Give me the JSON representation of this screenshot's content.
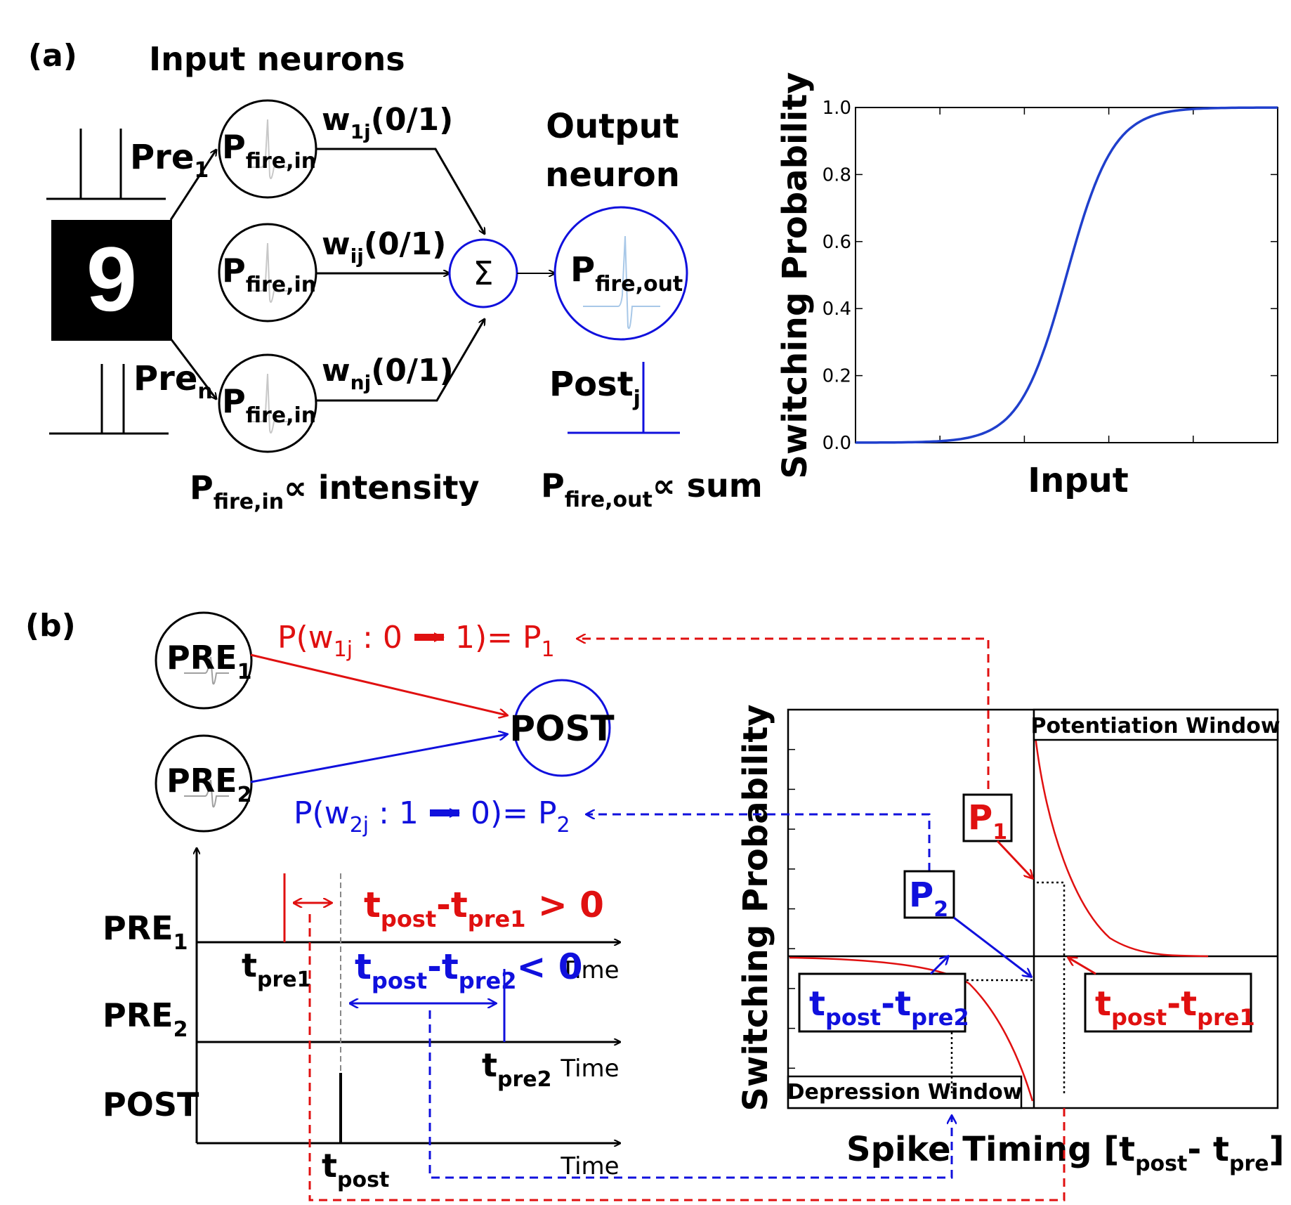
{
  "panel_a": {
    "label": "(a)",
    "input_neurons_title": "Input neurons",
    "pre1": "Pre",
    "pre1_sub": "1",
    "pren": "Pre",
    "pren_sub": "n",
    "pfire_in_main": "P",
    "pfire_in_sub": "fire,in",
    "w1j_main": "w",
    "w1j_sub": "1j",
    "w1j_val": "(0/1)",
    "wij_main": "w",
    "wij_sub": "ij",
    "wij_val": "(0/1)",
    "wnj_main": "w",
    "wnj_sub": "nj",
    "wnj_val": "(0/1)",
    "sigma": "Σ",
    "output_neuron_line1": "Output",
    "output_neuron_line2": "neuron",
    "pfire_out_main": "P",
    "pfire_out_sub": "fire,out",
    "post_main": "Post",
    "post_sub": "j",
    "caption_in_main": "P",
    "caption_in_sub": "fire,in",
    "caption_in_rest": "∝ intensity",
    "caption_out_main": "P",
    "caption_out_sub": "fire,out",
    "caption_out_rest": "∝ sum",
    "digit": "9"
  },
  "sigmoid_chart": {
    "ylabel": "Switching Probability",
    "xlabel": "Input",
    "yticks": [
      "0.0",
      "0.2",
      "0.4",
      "0.6",
      "0.8",
      "1.0"
    ],
    "line_color": "#1f3fcc"
  },
  "chart_data": {
    "type": "line",
    "title": "",
    "xlabel": "Input",
    "ylabel": "Switching Probability",
    "ylim": [
      0,
      1
    ],
    "x": [
      0,
      0.1,
      0.2,
      0.3,
      0.35,
      0.4,
      0.45,
      0.5,
      0.55,
      0.6,
      0.65,
      0.7,
      0.8,
      0.9,
      1.0
    ],
    "series": [
      {
        "values": [
          0.0,
          0.0005,
          0.003,
          0.02,
          0.06,
          0.15,
          0.33,
          0.55,
          0.76,
          0.89,
          0.95,
          0.98,
          0.997,
          1.0,
          1.0
        ]
      }
    ]
  },
  "panel_b": {
    "label": "(b)",
    "pre1_main": "PRE",
    "pre1_sub": "1",
    "pre2_main": "PRE",
    "pre2_sub": "2",
    "post": "POST",
    "eq1_a": "P(w",
    "eq1_sub": "1j",
    "eq1_b": " : 0",
    "eq1_c": "1)= P",
    "eq1_csub": "1",
    "eq2_a": "P(w",
    "eq2_sub": "2j",
    "eq2_b": " : 1",
    "eq2_c": "0)= P",
    "eq2_csub": "2",
    "row_pre1_main": "PRE",
    "row_pre1_sub": "1",
    "row_pre2_main": "PRE",
    "row_pre2_sub": "2",
    "row_post": "POST",
    "time": "Time",
    "tpre1_main": "t",
    "tpre1_sub": "pre1",
    "tpre2_main": "t",
    "tpre2_sub": "pre2",
    "tpost_main": "t",
    "tpost_sub": "post",
    "diff1_t": "t",
    "diff1_sub1": "post",
    "diff1_mid": "-t",
    "diff1_sub2": "pre1",
    "diff1_rel": " > 0",
    "diff2_t": "t",
    "diff2_sub1": "post",
    "diff2_mid": "-t",
    "diff2_sub2": "pre2",
    "diff2_rel": "< 0",
    "stdp_ylabel": "Switching Probability",
    "stdp_xlabel_main": "Spike Timing [t",
    "stdp_xlabel_sub1": "post",
    "stdp_xlabel_mid": "- t",
    "stdp_xlabel_sub2": "pre",
    "stdp_xlabel_end": "]",
    "potentiation": "Potentiation Window",
    "depression": "Depression Window",
    "box_p1": "P",
    "box_p1_sub": "1",
    "box_p2": "P",
    "box_p2_sub": "2",
    "box_dep_t": "t",
    "box_dep_sub1": "post",
    "box_dep_mid": "-t",
    "box_dep_sub2": "pre2",
    "box_pot_t": "t",
    "box_pot_sub1": "post",
    "box_pot_mid": "-t",
    "box_pot_sub2": "pre1",
    "red": "#e01010",
    "blue": "#1010dd"
  }
}
